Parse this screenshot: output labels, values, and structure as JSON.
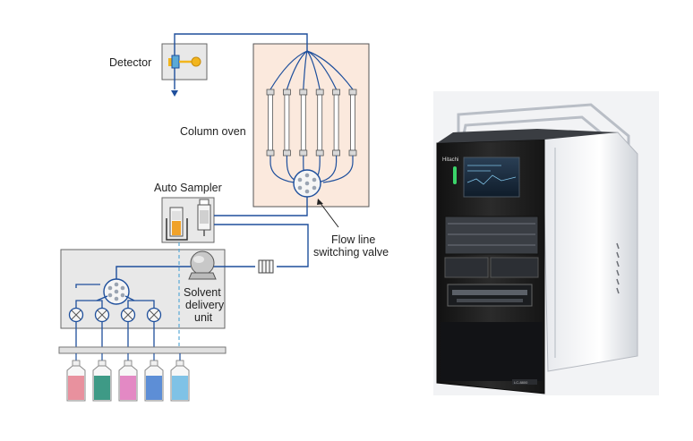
{
  "diagram": {
    "labels": {
      "detector": "Detector",
      "column_oven": "Column oven",
      "auto_sampler": "Auto Sampler",
      "switching_valve_line1": "Flow line",
      "switching_valve_line2": "switching valve",
      "solvent_line1": "Solvent",
      "solvent_line2": "delivery",
      "solvent_line3": "unit"
    },
    "colors": {
      "flow_line": "#1e4f9c",
      "dashed_line": "#5aa9d6",
      "unit_fill": "#e8e8e8",
      "oven_fill": "#fbe9dd",
      "detector_lamp": "#f2b51d",
      "vial_fill": "#f0a22a",
      "bottles": [
        "#e8919e",
        "#3e9a86",
        "#e389c4",
        "#5d8ed6",
        "#7fc2e6"
      ]
    },
    "column_count": 6,
    "solvent_valve_count": 4,
    "bottle_count": 5
  },
  "photo": {
    "brand_label": "Hitachi",
    "model_plate": "LC-8800"
  }
}
